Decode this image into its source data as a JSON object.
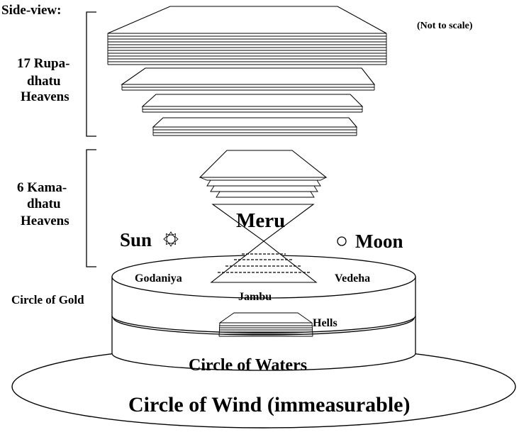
{
  "header": {
    "title": "Side-view:",
    "note": "(Not to scale)"
  },
  "labels": {
    "rupa_1": "17 Rupa-",
    "rupa_2": "dhatu",
    "rupa_3": "Heavens",
    "kama_1": "6 Kama-",
    "kama_2": "dhatu",
    "kama_3": "Heavens",
    "sun": "Sun",
    "moon": "Moon",
    "meru": "Meru",
    "godaniya": "Godaniya",
    "vedeha": "Vedeha",
    "jambu": "Jambu",
    "gold": "Circle of Gold",
    "hells": "Hells",
    "waters": "Circle of Waters",
    "wind": "Circle of Wind (immeasurable)"
  },
  "colors": {
    "ink": "#000000",
    "background": "#ffffff"
  },
  "icons": {
    "sun": "sun-icon",
    "moon": "moon-icon"
  }
}
